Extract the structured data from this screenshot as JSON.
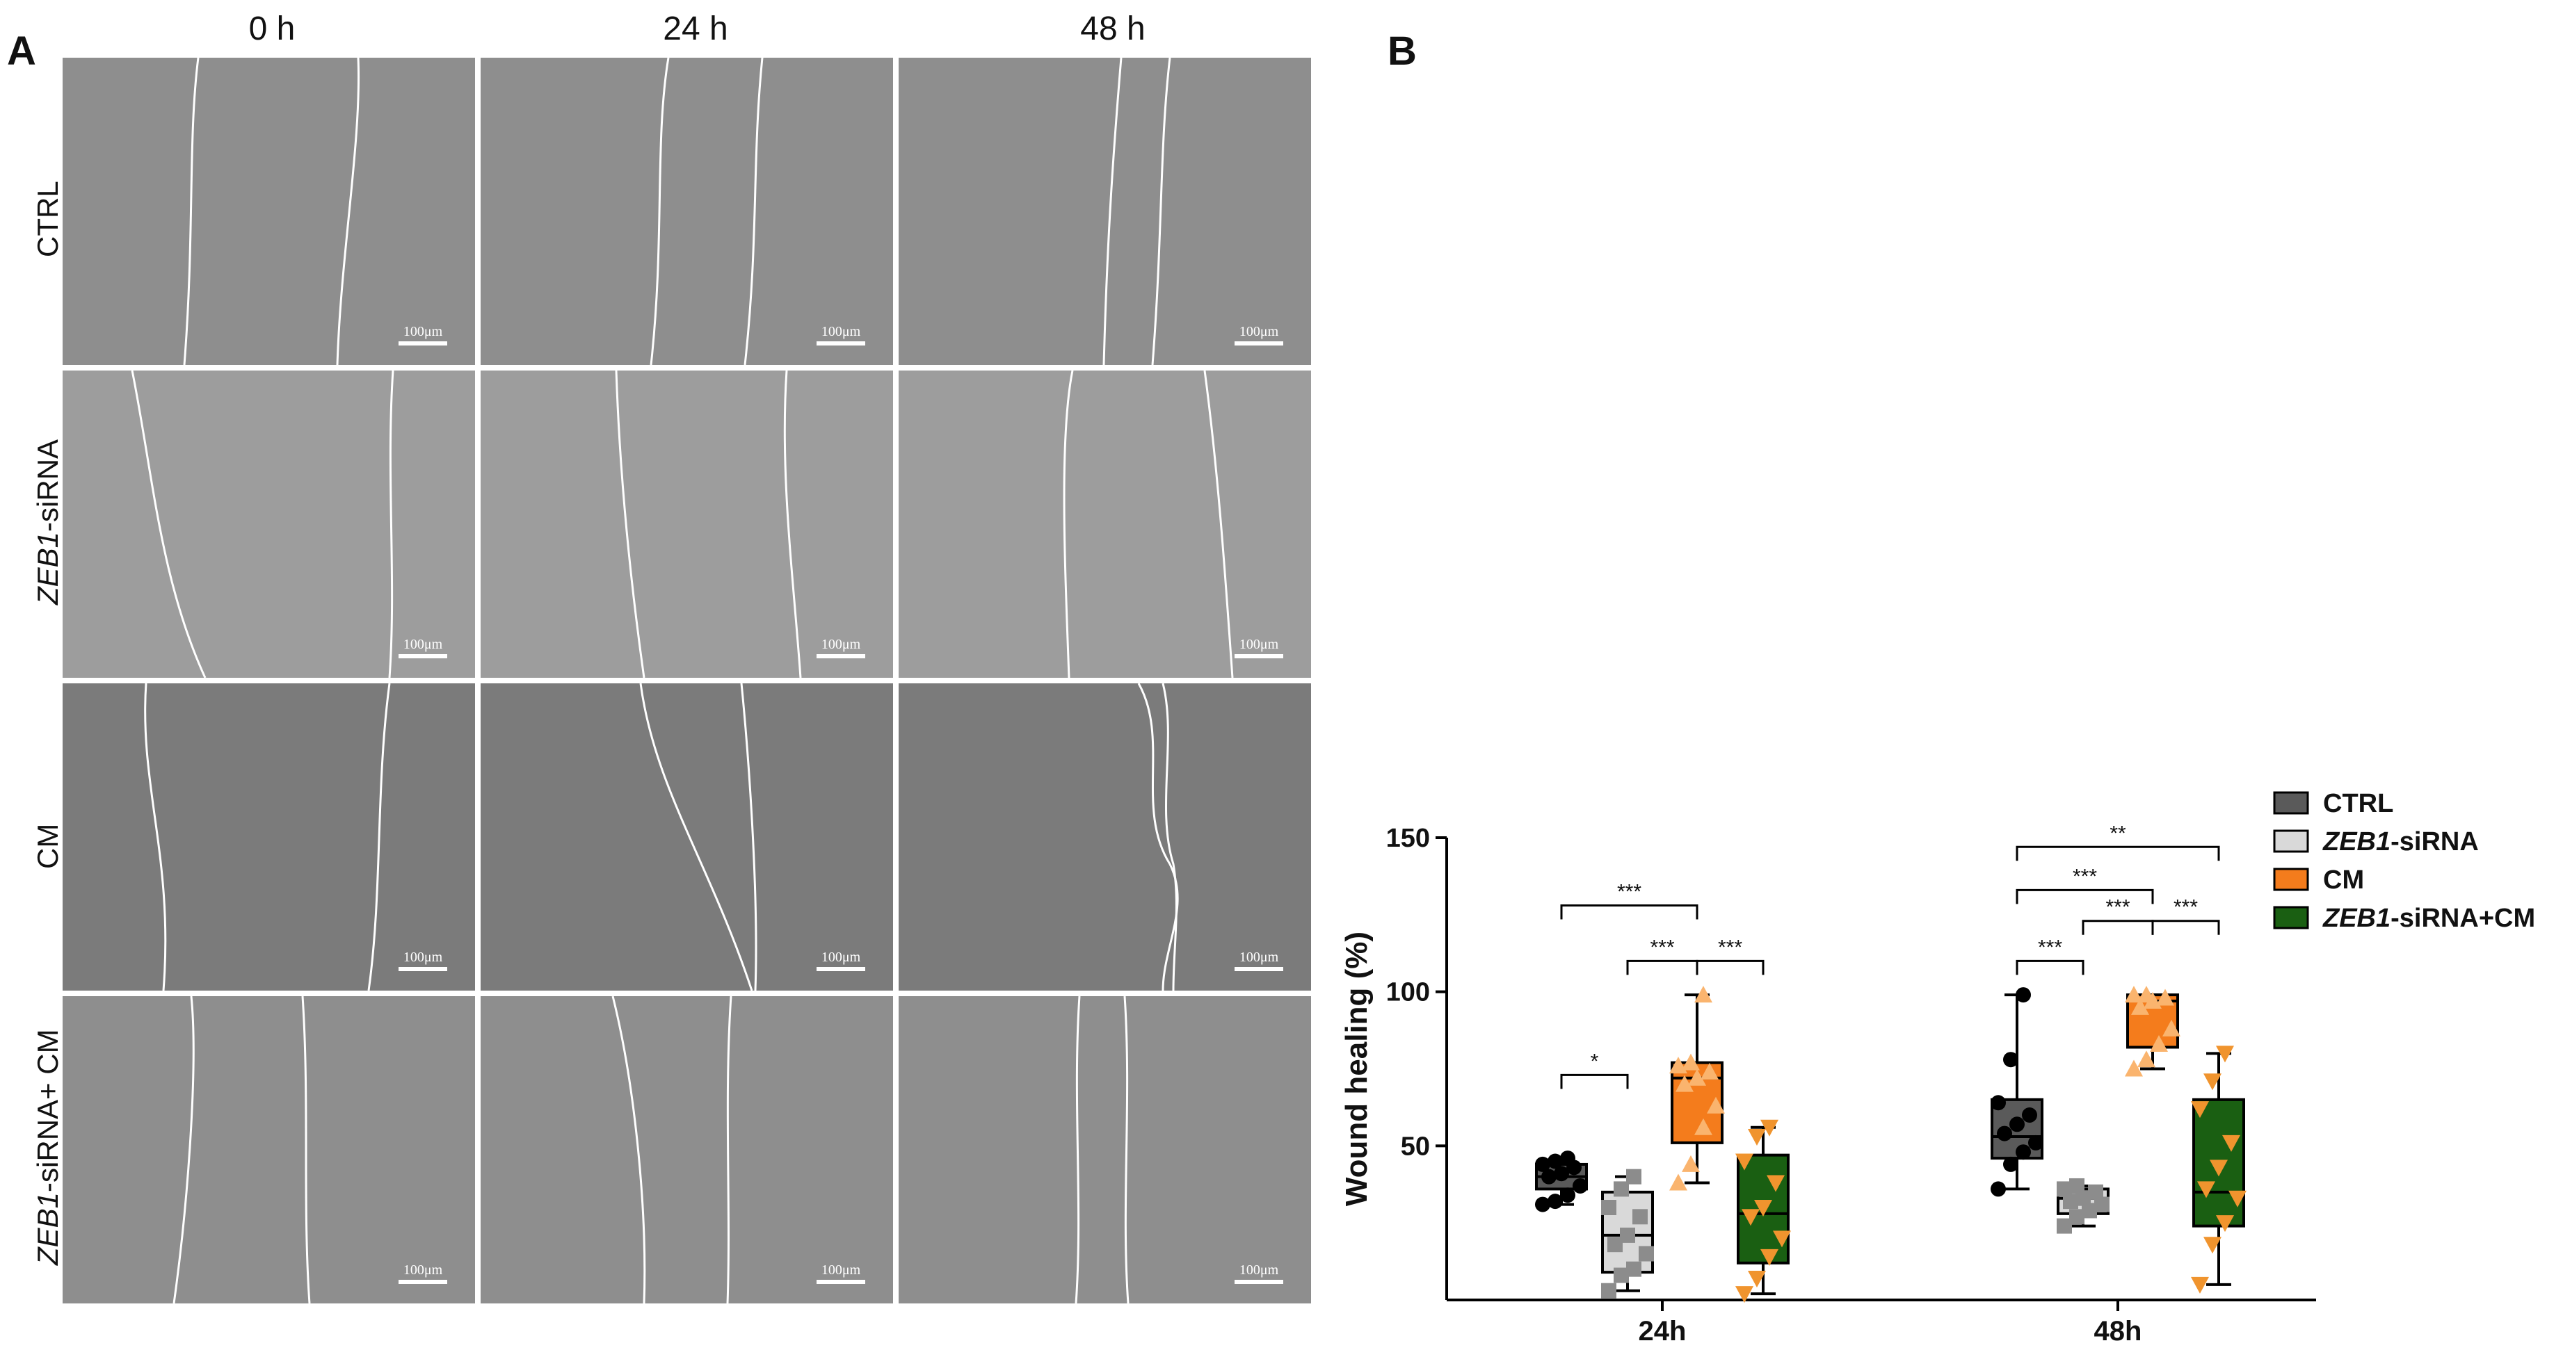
{
  "panel_a": {
    "letter": "A",
    "columns": [
      "0 h",
      "24 h",
      "48 h"
    ],
    "rows": [
      {
        "plain": "CTRL",
        "italic": "",
        "rest": ""
      },
      {
        "plain": "",
        "italic": "ZEB1",
        "rest": "-siRNA"
      },
      {
        "plain": "CM",
        "italic": "",
        "rest": ""
      },
      {
        "plain": "",
        "italic": "ZEB1",
        "rest": "-siRNA+ CM"
      }
    ],
    "scale_bar": "100μm"
  },
  "panel_b": {
    "letter": "B"
  },
  "chart_data": {
    "type": "box",
    "ylabel": "Wound healing (%)",
    "yticks": [
      50,
      100,
      150
    ],
    "ylim": [
      0,
      150
    ],
    "categories": [
      "24h",
      "48h"
    ],
    "legend_position": "top-right",
    "series": [
      {
        "name_italic": "",
        "name": "CTRL",
        "color": "#5a5a5a",
        "point_color": "#000000",
        "marker": "circle",
        "boxes": [
          {
            "min": 31,
            "q1": 36,
            "median": 40,
            "q3": 44,
            "max": 46,
            "points": [
              31,
              32,
              34,
              37,
              40,
              41,
              43,
              44,
              45,
              46
            ]
          },
          {
            "min": 36,
            "q1": 46,
            "median": 53,
            "q3": 65,
            "max": 99,
            "points": [
              36,
              44,
              48,
              51,
              54,
              57,
              60,
              64,
              78,
              99
            ]
          }
        ]
      },
      {
        "name_italic": "ZEB1",
        "name": "-siRNA",
        "color": "#d9d9d9",
        "point_color": "#8c8c8c",
        "marker": "square",
        "boxes": [
          {
            "min": 3,
            "q1": 9,
            "median": 21,
            "q3": 35,
            "max": 40,
            "points": [
              3,
              8,
              10,
              15,
              18,
              21,
              27,
              30,
              36,
              40
            ]
          },
          {
            "min": 24,
            "q1": 28,
            "median": 33,
            "q3": 36,
            "max": 37,
            "points": [
              24,
              27,
              29,
              31,
              32,
              33,
              35,
              36,
              37
            ]
          }
        ]
      },
      {
        "name_italic": "",
        "name": "CM",
        "color": "#f47c1c",
        "point_color": "#fab46e",
        "marker": "triangle-up",
        "boxes": [
          {
            "min": 38,
            "q1": 51,
            "median": 72,
            "q3": 77,
            "max": 99,
            "points": [
              38,
              44,
              56,
              63,
              70,
              72,
              74,
              76,
              77,
              99
            ]
          },
          {
            "min": 75,
            "q1": 82,
            "median": 97,
            "q3": 99,
            "max": 99,
            "points": [
              75,
              78,
              83,
              88,
              95,
              97,
              98,
              99,
              99
            ]
          }
        ]
      },
      {
        "name_italic": "ZEB1",
        "name": "-siRNA+CM",
        "color": "#1a5f12",
        "point_color": "#f0942e",
        "marker": "triangle-down",
        "boxes": [
          {
            "min": 2,
            "q1": 12,
            "median": 28,
            "q3": 47,
            "max": 56,
            "points": [
              2,
              7,
              14,
              20,
              27,
              30,
              38,
              45,
              53,
              56
            ]
          },
          {
            "min": 5,
            "q1": 24,
            "median": 35,
            "q3": 65,
            "max": 80,
            "points": [
              5,
              18,
              25,
              33,
              36,
              43,
              51,
              62,
              71,
              80
            ]
          }
        ]
      }
    ],
    "significance": [
      {
        "group": 0,
        "from": 0,
        "to": 1,
        "label": "*",
        "y": 73
      },
      {
        "group": 0,
        "from": 0,
        "to": 2,
        "label": "***",
        "y": 128
      },
      {
        "group": 0,
        "from": 1,
        "to": 2,
        "label": "***",
        "y": 110
      },
      {
        "group": 0,
        "from": 2,
        "to": 3,
        "label": "***",
        "y": 110
      },
      {
        "group": 1,
        "from": 0,
        "to": 3,
        "label": "**",
        "y": 147
      },
      {
        "group": 1,
        "from": 0,
        "to": 2,
        "label": "***",
        "y": 133
      },
      {
        "group": 1,
        "from": 0,
        "to": 1,
        "label": "***",
        "y": 110
      },
      {
        "group": 1,
        "from": 1,
        "to": 2,
        "label": "***",
        "y": 123
      },
      {
        "group": 1,
        "from": 2,
        "to": 3,
        "label": "***",
        "y": 123
      }
    ]
  }
}
